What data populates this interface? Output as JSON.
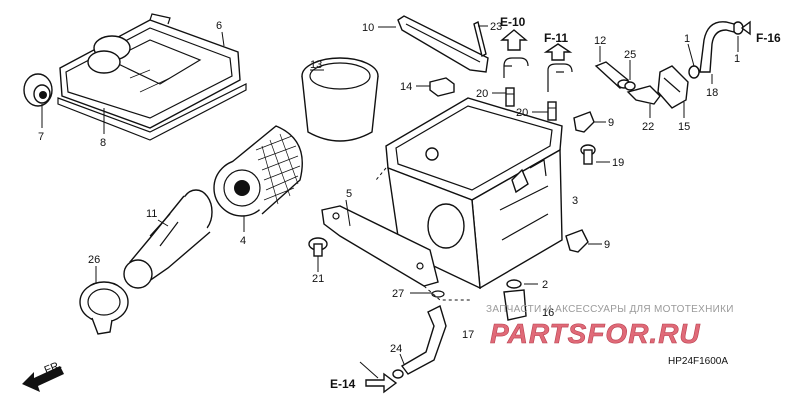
{
  "diagram": {
    "callouts": [
      {
        "id": "c6",
        "text": "6"
      },
      {
        "id": "c7",
        "text": "7"
      },
      {
        "id": "c8",
        "text": "8"
      },
      {
        "id": "c10",
        "text": "10"
      },
      {
        "id": "c23",
        "text": "23"
      },
      {
        "id": "c13",
        "text": "13"
      },
      {
        "id": "c14",
        "text": "14"
      },
      {
        "id": "c20a",
        "text": "20"
      },
      {
        "id": "c20b",
        "text": "20"
      },
      {
        "id": "c12",
        "text": "12"
      },
      {
        "id": "c25",
        "text": "25"
      },
      {
        "id": "c1a",
        "text": "1"
      },
      {
        "id": "c1b",
        "text": "1"
      },
      {
        "id": "c18",
        "text": "18"
      },
      {
        "id": "c22",
        "text": "22"
      },
      {
        "id": "c15",
        "text": "15"
      },
      {
        "id": "c9a",
        "text": "9"
      },
      {
        "id": "c19",
        "text": "19"
      },
      {
        "id": "c3",
        "text": "3"
      },
      {
        "id": "c9b",
        "text": "9"
      },
      {
        "id": "c5",
        "text": "5"
      },
      {
        "id": "c4",
        "text": "4"
      },
      {
        "id": "c11",
        "text": "11"
      },
      {
        "id": "c26",
        "text": "26"
      },
      {
        "id": "c21",
        "text": "21"
      },
      {
        "id": "c27",
        "text": "27"
      },
      {
        "id": "c2",
        "text": "2"
      },
      {
        "id": "c16",
        "text": "16"
      },
      {
        "id": "c17",
        "text": "17"
      },
      {
        "id": "c24",
        "text": "24"
      }
    ],
    "section_refs": {
      "e10": "E-10",
      "f11": "F-11",
      "f16": "F-16",
      "e14": "E-14"
    },
    "front_marker": "FR.",
    "drawing_code": "HP24F1600A"
  },
  "watermark": {
    "tagline": "ЗАПЧАСТИ И АКСЕССУАРЫ ДЛЯ МОТОТЕХНИКИ",
    "brand": "PARTSFOR.RU",
    "color": "#e06a78"
  }
}
